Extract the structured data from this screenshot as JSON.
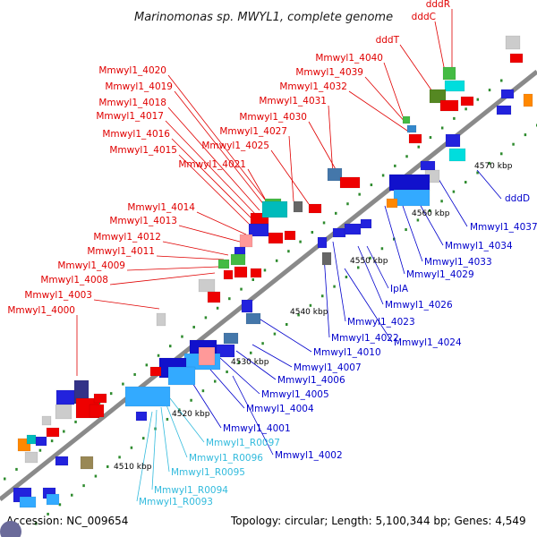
{
  "title": "Marinomonas sp. MWYL1, complete genome",
  "footer": {
    "accession": "Accession: NC_009654",
    "summary": "Topology: circular; Length: 5,100,344 bp; Genes: 4,549"
  },
  "colors": {
    "forward_label": "#e00000",
    "reverse_label": "#0000cc",
    "rna_label": "#33bbdd",
    "backbone": "#8a8a8a",
    "tick": "#2e8b2e"
  },
  "scale_labels": [
    "4510 kbp",
    "4520 kbp",
    "4530 kbp",
    "4540 kbp",
    "4550 kbp",
    "4560 kbp",
    "4570 kbp"
  ],
  "forward_labels": [
    "dddR",
    "dddC",
    "dddT",
    "Mmwyl1_4040",
    "Mmwyl1_4039",
    "Mmwyl1_4032",
    "Mmwyl1_4031",
    "Mmwyl1_4030",
    "Mmwyl1_4027",
    "Mmwyl1_4025",
    "Mmwyl1_4021",
    "Mmwyl1_4020",
    "Mmwyl1_4019",
    "Mmwyl1_4018",
    "Mmwyl1_4017",
    "Mmwyl1_4016",
    "Mmwyl1_4015",
    "Mmwyl1_4014",
    "Mmwyl1_4013",
    "Mmwyl1_4012",
    "Mmwyl1_4011",
    "Mmwyl1_4009",
    "Mmwyl1_4008",
    "Mmwyl1_4003",
    "Mmwyl1_4000"
  ],
  "reverse_labels": [
    "dddD",
    "Mmwyl1_4037",
    "Mmwyl1_4034",
    "Mmwyl1_4033",
    "Mmwyl1_4029",
    "IpIA",
    "Mmwyl1_4026",
    "Mmwyl1_4023",
    "Mmwyl1_4022",
    "Mmwyl1_4024",
    "Mmwyl1_4010",
    "Mmwyl1_4007",
    "Mmwyl1_4006",
    "Mmwyl1_4005",
    "Mmwyl1_4004",
    "Mmwyl1_4001",
    "Mmwyl1_4002"
  ],
  "rna_labels": [
    "Mmwyl1_R0097",
    "Mmwyl1_R0096",
    "Mmwyl1_R0095",
    "Mmwyl1_R0094",
    "Mmwyl1_R0093"
  ]
}
